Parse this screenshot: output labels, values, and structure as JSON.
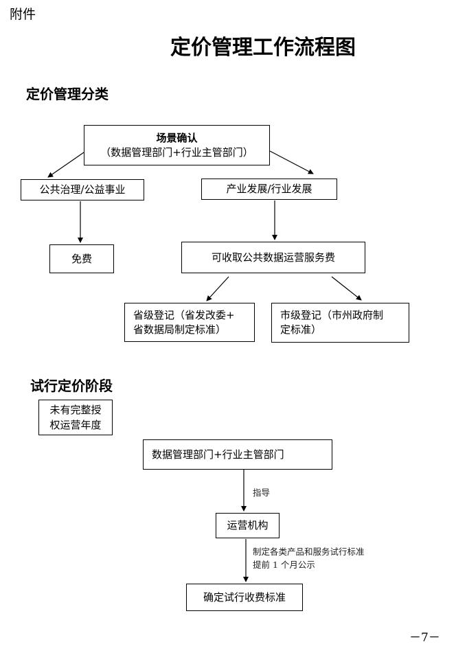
{
  "attachment_label": "附件",
  "title": "定价管理工作流程图",
  "section1": {
    "heading": "定价管理分类",
    "scene_box": {
      "line1": "场景确认",
      "line2": "（数据管理部门+行业主管部门）"
    },
    "public_box": "公共治理/公益事业",
    "industry_box": "产业发展/行业发展",
    "free_box": "免费",
    "fee_box": "可收取公共数据运营服务费",
    "province_box": {
      "line1": "省级登记（省发改委+",
      "line2": "省数据局制定标准）"
    },
    "city_box": {
      "line1": "市级登记（市州政府制",
      "line2": "定标准）"
    }
  },
  "section2": {
    "heading": "试行定价阶段",
    "unauth_box": {
      "line1": "未有完整授",
      "line2": "权运营年度"
    },
    "dept_box": "数据管理部门+行业主管部门",
    "guide_note": "指导",
    "operator_box": "运营机构",
    "standard_note": {
      "line1": "制定各类产品和服务试行标准",
      "line2": "提前 1 个月公示"
    },
    "confirm_box": "确定试行收费标准"
  },
  "page_number": "－7－"
}
